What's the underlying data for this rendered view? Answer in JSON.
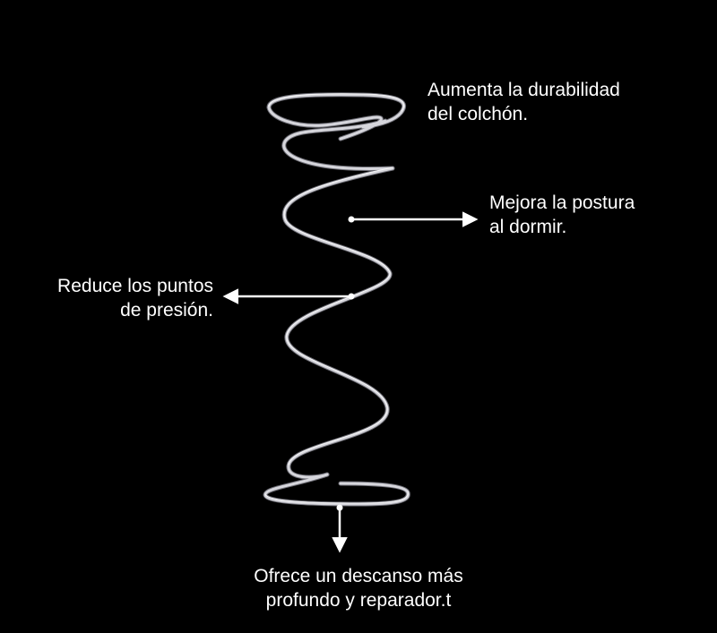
{
  "labels": {
    "durability": {
      "line1": "Aumenta la durabilidad",
      "line2": "del colchón."
    },
    "posture": {
      "line1": "Mejora la postura",
      "line2": "al dormir."
    },
    "pressure": {
      "line1": "Reduce los puntos",
      "line2": "de presión."
    },
    "rest": {
      "line1": "Ofrece un descanso más",
      "line2": "profundo y reparador.t"
    }
  },
  "colors": {
    "background": "#000000",
    "text": "#ffffff",
    "arrow": "#ffffff",
    "spring": "#c9c9cf"
  },
  "icons": {
    "spring": "coil-spring-icon",
    "arrow": "arrow-head-icon"
  }
}
